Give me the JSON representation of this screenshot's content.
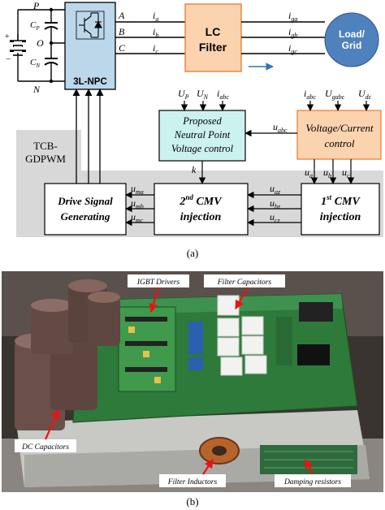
{
  "circuit": {
    "node_p": "P",
    "node_o": "O",
    "node_n": "N",
    "cap_top": "C",
    "cap_top_sub": "P",
    "cap_bottom": "C",
    "cap_bottom_sub": "N",
    "npc_label": "3L-NPC",
    "phase_a": "A",
    "phase_b": "B",
    "phase_c": "C",
    "i_a": "i",
    "i_a_sub": "a",
    "i_b": "i",
    "i_b_sub": "b",
    "i_c": "i",
    "i_c_sub": "c",
    "filter_line1": "LC",
    "filter_line2": "Filter",
    "i_ga": "i",
    "i_ga_sub": "ga",
    "i_gb": "i",
    "i_gb_sub": "gb",
    "i_gc": "i",
    "i_gc_sub": "gc",
    "load_line1": "Load/",
    "load_line2": "Grid"
  },
  "control": {
    "tcb_line1": "TCB-",
    "tcb_line2": "GDPWM",
    "npv_in_up": "U",
    "npv_in_up_sub": "P",
    "npv_in_un": "U",
    "npv_in_un_sub": "N",
    "npv_in_i": "i",
    "npv_in_i_sub": "abc",
    "npv_line1": "Proposed",
    "npv_line2": "Neutral Point",
    "npv_line3": "Voltage control",
    "vc_in_i": "i",
    "vc_in_i_sub": "abc",
    "vc_in_ug": "U",
    "vc_in_ug_sub": "gabc",
    "vc_in_udc": "U",
    "vc_in_udc_sub": "dc",
    "vc_line1": "Voltage/Current",
    "vc_line2": "control",
    "u_abc": "u",
    "u_abc_sub": "abc",
    "k": "k",
    "u_a": "u",
    "u_a_sub": "a",
    "u_b": "u",
    "u_b_sub": "b",
    "u_c": "u",
    "u_c_sub": "c",
    "cmv1_sup": "st",
    "cmv1_line1_pre": "1",
    "cmv1_line1_post": " CMV",
    "cmv1_line2": "injection",
    "u_az": "u",
    "u_az_sub": "az",
    "u_bz": "u",
    "u_bz_sub": "bz",
    "u_cz": "u",
    "u_cz_sub": "cz",
    "cmv2_sup": "nd",
    "cmv2_line1_pre": "2",
    "cmv2_line1_post": " CMV",
    "cmv2_line2": "injection",
    "u_ma": "u",
    "u_ma_sub": "ma",
    "u_mb": "u",
    "u_mb_sub": "mb",
    "u_mc": "u",
    "u_mc_sub": "mc",
    "drive_line1": "Drive Signal",
    "drive_line2": "Generating"
  },
  "captions": {
    "a": "(a)",
    "b": "(b)"
  },
  "photo_labels": {
    "igbt": "IGBT Drivers",
    "filter_caps": "Filter Capacitors",
    "dc_caps": "DC Capacitors",
    "filter_inductors": "Filter Inductors",
    "damping": "Damping resistors"
  },
  "colors": {
    "npc_fill": "#bcd7ea",
    "filter_fill": "#fbd3ae",
    "filter_stroke": "#e57c31",
    "load_fill": "#4f81bd",
    "npv_fill": "#ccf2ef",
    "vc_fill": "#fbd3ae",
    "control_bg": "#d8d8d8",
    "arrow_blue": "#2e75b6",
    "label_arrow": "#ee1111"
  }
}
